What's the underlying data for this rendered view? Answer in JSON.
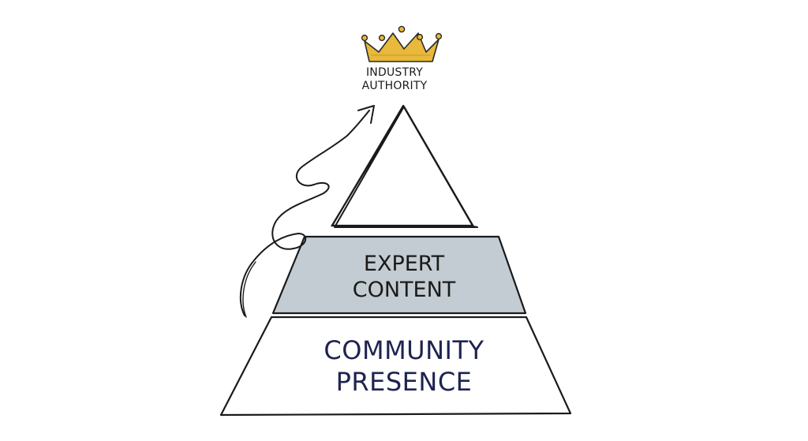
{
  "diagram": {
    "top_label": {
      "line1": "INDUSTRY",
      "line2": "AUTHORITY"
    },
    "tiers": [
      {
        "id": "top",
        "lines": []
      },
      {
        "id": "middle",
        "lines": [
          "EXPERT",
          "CONTENT"
        ]
      },
      {
        "id": "bottom",
        "lines": [
          "COMMUNITY",
          "PRESENCE"
        ]
      }
    ],
    "colors": {
      "outline": "#1a1a1a",
      "middle_fill": "#c3ccd2",
      "crown_fill": "#e8b93a",
      "crown_stroke": "#2a2a2a",
      "bottom_text": "#1e2350",
      "middle_text": "#1a1a1a"
    },
    "icons": {
      "crown": "crown-icon",
      "growth_arrow": "curly-arrow-icon"
    }
  }
}
